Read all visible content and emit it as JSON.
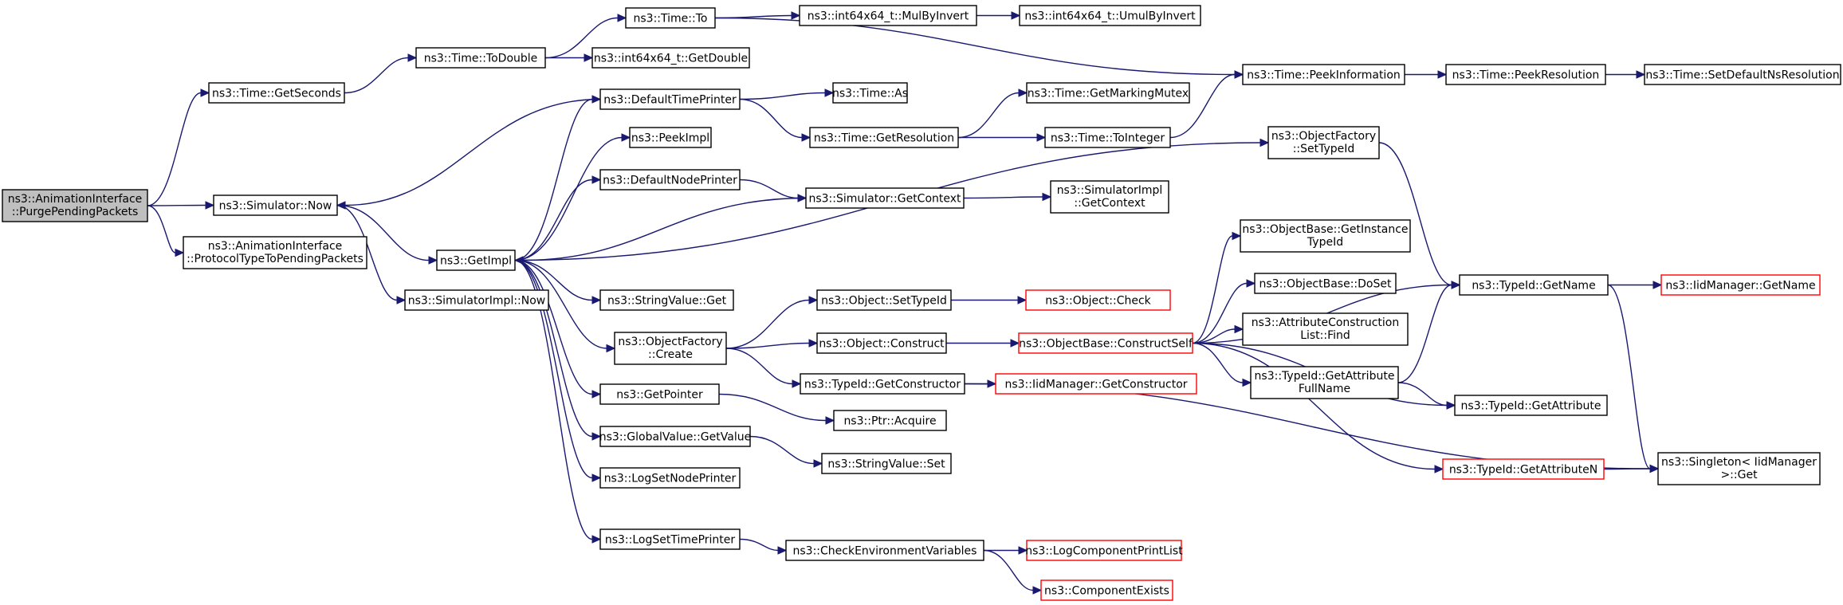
{
  "colors": {
    "edge": "#191970",
    "node_border": "#000000",
    "node_border_truncated": "#ff0000",
    "root_fill": "#bfbfbf",
    "node_fill": "#ffffff"
  },
  "nodes": [
    {
      "id": "root",
      "lines": [
        "ns3::AnimationInterface",
        "::PurgePendingPackets"
      ],
      "style": "root"
    },
    {
      "id": "now",
      "lines": [
        "ns3::Simulator::Now"
      ]
    },
    {
      "id": "getseconds",
      "lines": [
        "ns3::Time::GetSeconds"
      ]
    },
    {
      "id": "protocoltype",
      "lines": [
        "ns3::AnimationInterface",
        "::ProtocolTypeToPendingPackets"
      ]
    },
    {
      "id": "todouble",
      "lines": [
        "ns3::Time::ToDouble"
      ]
    },
    {
      "id": "to",
      "lines": [
        "ns3::Time::To"
      ]
    },
    {
      "id": "getdouble",
      "lines": [
        "ns3::int64x64_t::GetDouble"
      ]
    },
    {
      "id": "mulbyinvert",
      "lines": [
        "ns3::int64x64_t::MulByInvert"
      ]
    },
    {
      "id": "umulbyinvert",
      "lines": [
        "ns3::int64x64_t::UmulByInvert"
      ]
    },
    {
      "id": "peekinfo",
      "lines": [
        "ns3::Time::PeekInformation"
      ]
    },
    {
      "id": "peekres",
      "lines": [
        "ns3::Time::PeekResolution"
      ]
    },
    {
      "id": "setdefaultns",
      "lines": [
        "ns3::Time::SetDefaultNsResolution"
      ]
    },
    {
      "id": "defaulttimeprinter",
      "lines": [
        "ns3::DefaultTimePrinter"
      ]
    },
    {
      "id": "as",
      "lines": [
        "ns3::Time::As"
      ]
    },
    {
      "id": "getmarkingmutex",
      "lines": [
        "ns3::Time::GetMarkingMutex"
      ]
    },
    {
      "id": "getresolution",
      "lines": [
        "ns3::Time::GetResolution"
      ]
    },
    {
      "id": "tointeger",
      "lines": [
        "ns3::Time::ToInteger"
      ]
    },
    {
      "id": "peekimpl",
      "lines": [
        "ns3::PeekImpl"
      ]
    },
    {
      "id": "defaultnodeprinter",
      "lines": [
        "ns3::DefaultNodePrinter"
      ]
    },
    {
      "id": "getcontext",
      "lines": [
        "ns3::Simulator::GetContext"
      ]
    },
    {
      "id": "implgetcontext",
      "lines": [
        "ns3::SimulatorImpl",
        "::GetContext"
      ]
    },
    {
      "id": "getimpl",
      "lines": [
        "ns3::GetImpl"
      ]
    },
    {
      "id": "simimplnow",
      "lines": [
        "ns3::SimulatorImpl::Now"
      ]
    },
    {
      "id": "stringvalueget",
      "lines": [
        "ns3::StringValue::Get"
      ]
    },
    {
      "id": "ofcreate",
      "lines": [
        "ns3::ObjectFactory",
        "::Create"
      ]
    },
    {
      "id": "ofsettypeid",
      "lines": [
        "ns3::ObjectFactory",
        "::SetTypeId"
      ]
    },
    {
      "id": "objsettypeid",
      "lines": [
        "ns3::Object::SetTypeId"
      ]
    },
    {
      "id": "objcheck",
      "lines": [
        "ns3::Object::Check"
      ],
      "style": "trunc"
    },
    {
      "id": "objconstruct",
      "lines": [
        "ns3::Object::Construct"
      ]
    },
    {
      "id": "constructself",
      "lines": [
        "ns3::ObjectBase::ConstructSelf"
      ],
      "style": "trunc"
    },
    {
      "id": "typeidgetconstructor",
      "lines": [
        "ns3::TypeId::GetConstructor"
      ]
    },
    {
      "id": "iidgetconstructor",
      "lines": [
        "ns3::IidManager::GetConstructor"
      ],
      "style": "trunc"
    },
    {
      "id": "getpointer",
      "lines": [
        "ns3::GetPointer"
      ]
    },
    {
      "id": "ptracquire",
      "lines": [
        "ns3::Ptr::Acquire"
      ]
    },
    {
      "id": "gvgetvalue",
      "lines": [
        "ns3::GlobalValue::GetValue"
      ]
    },
    {
      "id": "stringvalueset",
      "lines": [
        "ns3::StringValue::Set"
      ]
    },
    {
      "id": "logsetnodeprinter",
      "lines": [
        "ns3::LogSetNodePrinter"
      ]
    },
    {
      "id": "logsettimeprinter",
      "lines": [
        "ns3::LogSetTimePrinter"
      ]
    },
    {
      "id": "checkenv",
      "lines": [
        "ns3::CheckEnvironmentVariables"
      ]
    },
    {
      "id": "logcomplist",
      "lines": [
        "ns3::LogComponentPrintList"
      ],
      "style": "trunc"
    },
    {
      "id": "compexists",
      "lines": [
        "ns3::ComponentExists"
      ],
      "style": "trunc"
    },
    {
      "id": "getinstancetypeid",
      "lines": [
        "ns3::ObjectBase::GetInstance",
        "TypeId"
      ]
    },
    {
      "id": "doset",
      "lines": [
        "ns3::ObjectBase::DoSet"
      ]
    },
    {
      "id": "attrfind",
      "lines": [
        "ns3::AttributeConstruction",
        "List::Find"
      ]
    },
    {
      "id": "getattrfullname",
      "lines": [
        "ns3::TypeId::GetAttribute",
        "FullName"
      ]
    },
    {
      "id": "getattribute",
      "lines": [
        "ns3::TypeId::GetAttribute"
      ]
    },
    {
      "id": "getattributen",
      "lines": [
        "ns3::TypeId::GetAttributeN"
      ],
      "style": "trunc"
    },
    {
      "id": "typeidgetname",
      "lines": [
        "ns3::TypeId::GetName"
      ]
    },
    {
      "id": "iidgetname",
      "lines": [
        "ns3::IidManager::GetName"
      ],
      "style": "trunc"
    },
    {
      "id": "singletonget",
      "lines": [
        "ns3::Singleton< IidManager",
        " >::Get"
      ]
    }
  ],
  "edges": [
    [
      "root",
      "getseconds"
    ],
    [
      "root",
      "now"
    ],
    [
      "root",
      "protocoltype"
    ],
    [
      "getseconds",
      "todouble"
    ],
    [
      "todouble",
      "to"
    ],
    [
      "todouble",
      "getdouble"
    ],
    [
      "to",
      "mulbyinvert"
    ],
    [
      "to",
      "peekinfo"
    ],
    [
      "mulbyinvert",
      "umulbyinvert"
    ],
    [
      "peekinfo",
      "peekres"
    ],
    [
      "peekres",
      "setdefaultns"
    ],
    [
      "defaulttimeprinter",
      "now"
    ],
    [
      "defaulttimeprinter",
      "as"
    ],
    [
      "defaulttimeprinter",
      "getresolution"
    ],
    [
      "getresolution",
      "getmarkingmutex"
    ],
    [
      "getresolution",
      "tointeger"
    ],
    [
      "tointeger",
      "peekinfo"
    ],
    [
      "now",
      "getimpl"
    ],
    [
      "now",
      "simimplnow"
    ],
    [
      "getcontext",
      "implgetcontext"
    ],
    [
      "getcontext",
      "getimpl"
    ],
    [
      "getimpl",
      "defaulttimeprinter"
    ],
    [
      "getimpl",
      "peekimpl"
    ],
    [
      "getimpl",
      "defaultnodeprinter"
    ],
    [
      "getimpl",
      "stringvalueget"
    ],
    [
      "getimpl",
      "ofcreate"
    ],
    [
      "getimpl",
      "getpointer"
    ],
    [
      "getimpl",
      "gvgetvalue"
    ],
    [
      "getimpl",
      "logsetnodeprinter"
    ],
    [
      "getimpl",
      "logsettimeprinter"
    ],
    [
      "getimpl",
      "ofsettypeid"
    ],
    [
      "defaultnodeprinter",
      "getcontext"
    ],
    [
      "ofcreate",
      "objsettypeid"
    ],
    [
      "ofcreate",
      "objconstruct"
    ],
    [
      "ofcreate",
      "typeidgetconstructor"
    ],
    [
      "objsettypeid",
      "objcheck"
    ],
    [
      "objconstruct",
      "constructself"
    ],
    [
      "typeidgetconstructor",
      "iidgetconstructor"
    ],
    [
      "typeidgetconstructor",
      "singletonget"
    ],
    [
      "getpointer",
      "ptracquire"
    ],
    [
      "gvgetvalue",
      "stringvalueset"
    ],
    [
      "logsettimeprinter",
      "checkenv"
    ],
    [
      "checkenv",
      "logcomplist"
    ],
    [
      "checkenv",
      "compexists"
    ],
    [
      "constructself",
      "getinstancetypeid"
    ],
    [
      "constructself",
      "doset"
    ],
    [
      "constructself",
      "attrfind"
    ],
    [
      "constructself",
      "getattrfullname"
    ],
    [
      "constructself",
      "getattribute"
    ],
    [
      "constructself",
      "getattributen"
    ],
    [
      "constructself",
      "typeidgetname"
    ],
    [
      "ofsettypeid",
      "typeidgetname"
    ],
    [
      "getattrfullname",
      "typeidgetname"
    ],
    [
      "getattrfullname",
      "getattribute"
    ],
    [
      "getattributen",
      "singletonget"
    ],
    [
      "typeidgetname",
      "iidgetname"
    ],
    [
      "typeidgetname",
      "singletonget"
    ]
  ]
}
